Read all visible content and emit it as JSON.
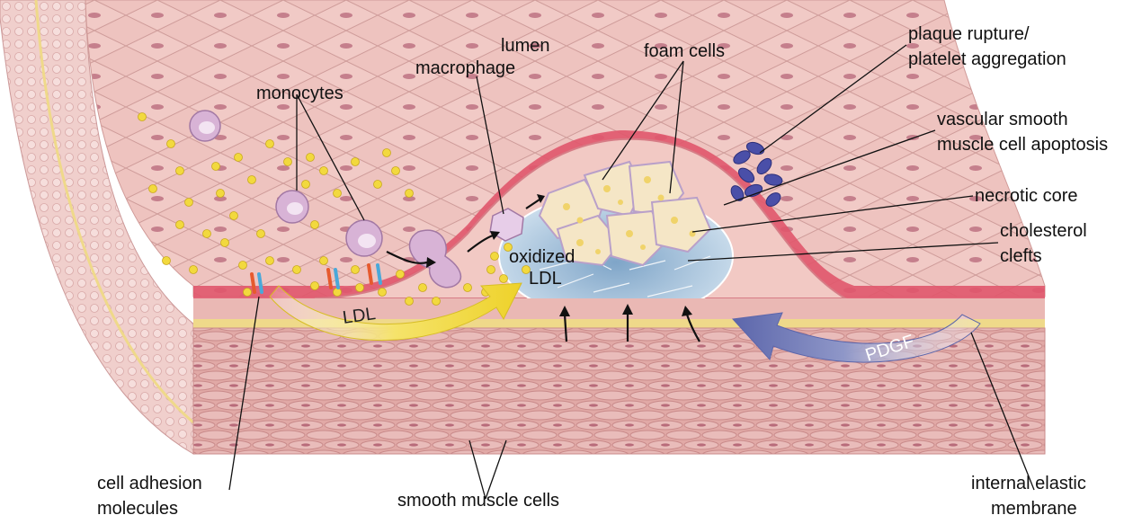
{
  "labels": {
    "lumen": "lumen",
    "monocytes": "monocytes",
    "macrophage": "macrophage",
    "foam_cells": "foam cells",
    "plaque_rupture_line1": "plaque rupture/",
    "plaque_rupture_line2": "platelet aggregation",
    "vsmc_apoptosis_line1": "vascular smooth",
    "vsmc_apoptosis_line2": "muscle cell apoptosis",
    "necrotic_core": "necrotic core",
    "cholesterol_line1": "cholesterol",
    "cholesterol_line2": "clefts",
    "oxidized_line1": "oxidized",
    "oxidized_line2": "LDL",
    "ldl": "LDL",
    "pdgf": "PDGF",
    "cell_adhesion_line1": "cell adhesion",
    "cell_adhesion_line2": "molecules",
    "smooth_muscle": "smooth muscle cells",
    "iem_line1": "internal elastic",
    "iem_line2": "membrane"
  },
  "colors": {
    "tissue": "#e7b7b3",
    "tissue_dark": "#c98c8c",
    "endothelium": "#e0576b",
    "elastic_membrane": "#efd98a",
    "media": "#e1a9a6",
    "ldl_particle": "#f2d93e",
    "monocyte": "#d8b3d6",
    "platelets": "#4a4fa8",
    "necrotic_core": "#a9c6de",
    "ldl_arrow": "#f2dd3c",
    "pdgf_arrow": "#6b75b3"
  }
}
